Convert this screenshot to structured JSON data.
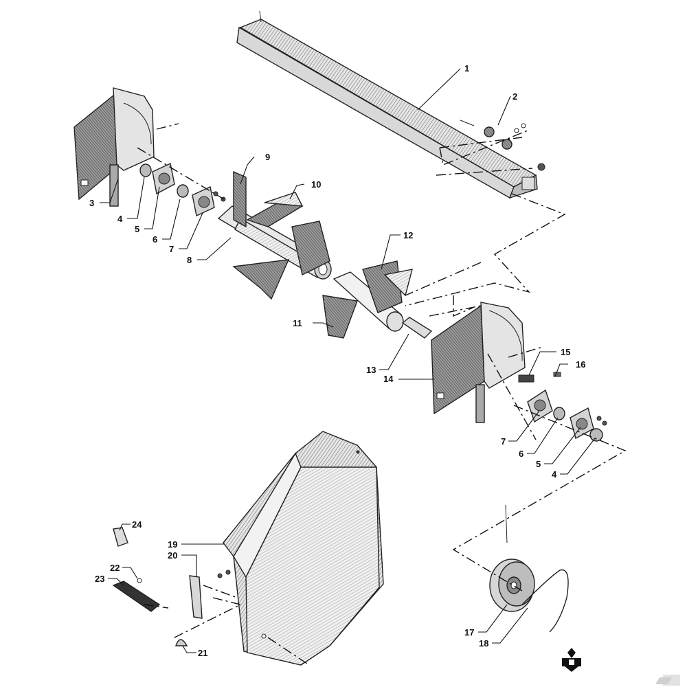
{
  "callouts": [
    {
      "id": "1",
      "text": "1"
    },
    {
      "id": "2",
      "text": "2"
    },
    {
      "id": "3",
      "text": "3"
    },
    {
      "id": "4a",
      "text": "4"
    },
    {
      "id": "5a",
      "text": "5"
    },
    {
      "id": "6a",
      "text": "6"
    },
    {
      "id": "7a",
      "text": "7"
    },
    {
      "id": "8",
      "text": "8"
    },
    {
      "id": "9",
      "text": "9"
    },
    {
      "id": "10",
      "text": "10"
    },
    {
      "id": "11",
      "text": "11"
    },
    {
      "id": "12",
      "text": "12"
    },
    {
      "id": "13",
      "text": "13"
    },
    {
      "id": "14",
      "text": "14"
    },
    {
      "id": "15",
      "text": "15"
    },
    {
      "id": "16",
      "text": "16"
    },
    {
      "id": "7b",
      "text": "7"
    },
    {
      "id": "6b",
      "text": "6"
    },
    {
      "id": "5b",
      "text": "5"
    },
    {
      "id": "4b",
      "text": "4"
    },
    {
      "id": "17",
      "text": "17"
    },
    {
      "id": "18",
      "text": "18"
    },
    {
      "id": "19",
      "text": "19"
    },
    {
      "id": "20",
      "text": "20"
    },
    {
      "id": "21",
      "text": "21"
    },
    {
      "id": "22",
      "text": "22"
    },
    {
      "id": "23",
      "text": "23"
    },
    {
      "id": "24",
      "text": "24"
    }
  ],
  "colors": {
    "ink": "#111111",
    "hatch": "#8a8a8a",
    "panel": "#cfcfcf",
    "dark": "#6e6e6e"
  },
  "icons": {
    "logo": "brand-logo-icon",
    "corner": "k-logo-icon"
  }
}
